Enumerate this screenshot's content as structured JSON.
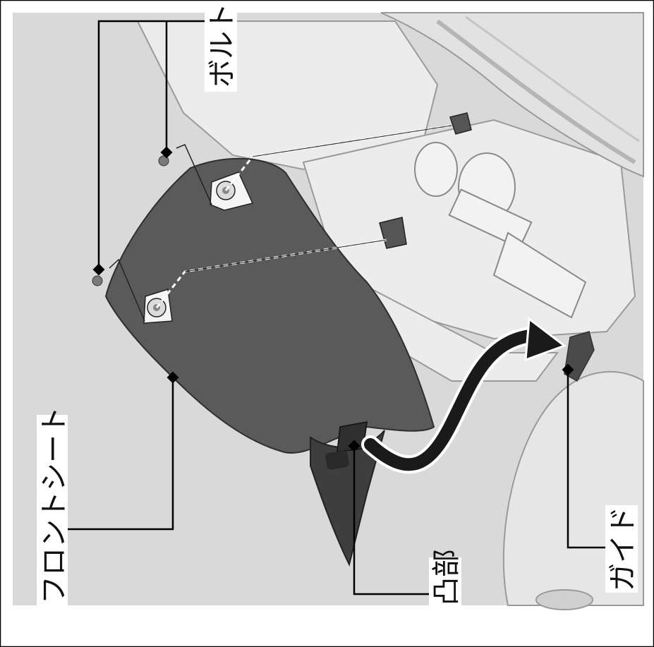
{
  "labels": {
    "bolt": "ボルト",
    "front_seat": "フロントシート",
    "protrusion": "凸部",
    "guide": "ガイド"
  },
  "colors": {
    "background": "#d9d9d9",
    "seat": "#5a5a5a",
    "seat_shadow": "#3e3e3e",
    "frame": "#e8e8e8",
    "line": "#000000",
    "arrow": "#1a1a1a"
  }
}
